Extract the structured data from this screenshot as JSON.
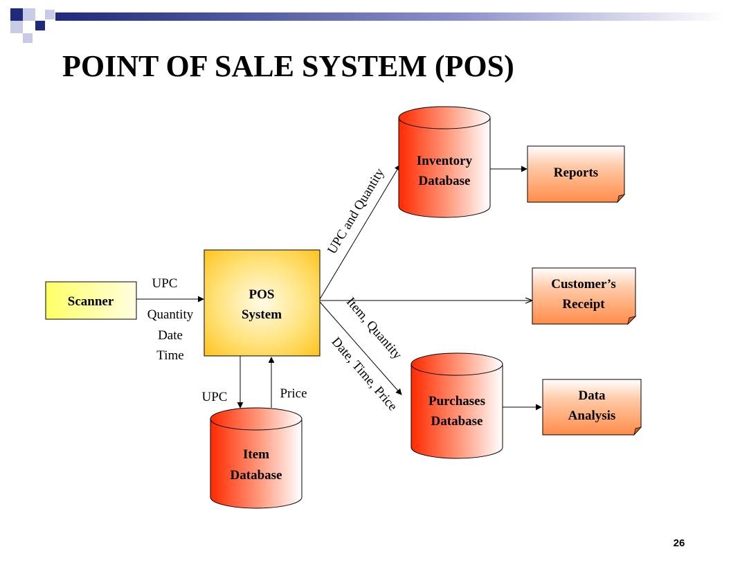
{
  "slide": {
    "title": "POINT OF SALE SYSTEM (POS)",
    "page_number": "26"
  },
  "nodes": {
    "scanner": "Scanner",
    "pos_system": [
      "POS",
      "System"
    ],
    "item_database": [
      "Item",
      "Database"
    ],
    "inventory_database": [
      "Inventory",
      "Database"
    ],
    "purchases_database": [
      "Purchases",
      "Database"
    ],
    "reports": "Reports",
    "customers_receipt": [
      "Customer’s",
      "Receipt"
    ],
    "data_analysis": [
      "Data",
      "Analysis"
    ]
  },
  "edge_labels": {
    "scanner_to_pos": [
      "UPC",
      "Quantity",
      "Date",
      "Time"
    ],
    "pos_to_item_db": "UPC",
    "item_db_to_pos": "Price",
    "pos_to_inventory": "UPC and Quantity",
    "pos_to_purchases": [
      "Item, Quantity",
      "Date, Time, Price"
    ]
  },
  "colors": {
    "accent_navy": "#1f2a7a",
    "scanner_fill": "#ffff66",
    "pos_fill": "#ffcc33",
    "database_fill": "#ff3300",
    "document_fill": "#ff9955"
  }
}
